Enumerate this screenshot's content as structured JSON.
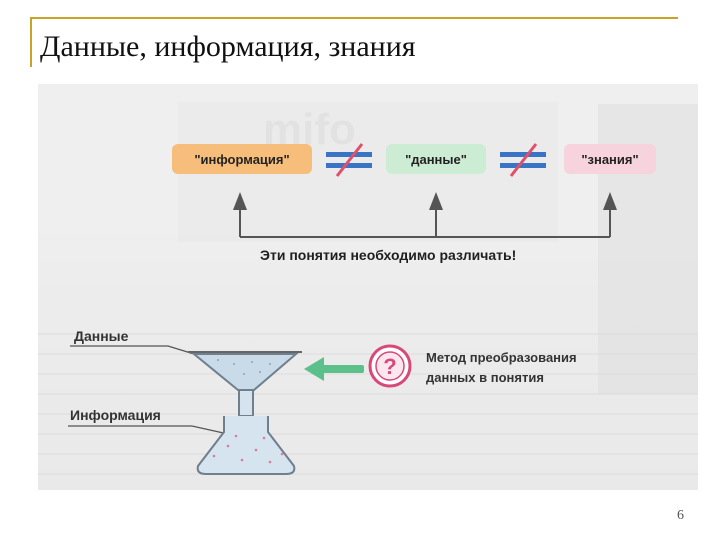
{
  "slide": {
    "title": "Данные, информация, знания",
    "page_number": "6"
  },
  "figure": {
    "watermark": "mifo",
    "concepts": [
      "\"информация\"",
      "\"данные\"",
      "\"знания\""
    ],
    "concept_colors": [
      "#f7bd7a",
      "#cdecd4",
      "#f7d3dd"
    ],
    "not_equal_color": "#3a74c6",
    "slash_color": "#e0506a",
    "caption": "Эти понятия необходимо различать!",
    "label_data": "Данные",
    "label_information": "Информация",
    "method_line1": "Метод преобразования",
    "method_line2": "данных в понятия",
    "question_mark": "?",
    "accent_green": "#5cc08a",
    "accent_pink": "#d8487a"
  }
}
